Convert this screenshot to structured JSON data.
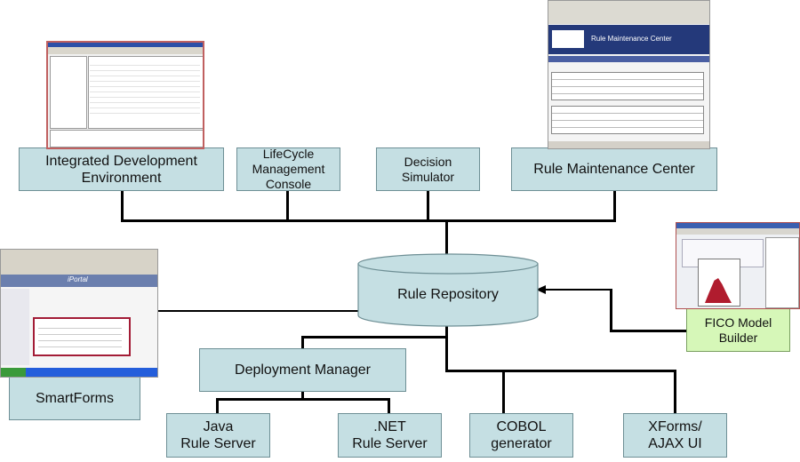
{
  "nodes": {
    "ide": "Integrated Development\nEnvironment",
    "lifecycle": "LifeCycle\nManagement\nConsole",
    "simulator": "Decision\nSimulator",
    "rmc": "Rule Maintenance Center",
    "repository": "Rule Repository",
    "fico": "FICO Model\nBuilder",
    "smartforms": "SmartForms",
    "deployment": "Deployment Manager",
    "java": "Java\nRule Server",
    "dotnet": ".NET\nRule Server",
    "cobol": "COBOL\ngenerator",
    "xforms": "XForms/\nAJAX UI"
  },
  "screenshots": {
    "rmc_title": "Rule Maintenance Center",
    "smartforms_title": "iPortal"
  },
  "colors": {
    "box_fill": "#c5dfe3",
    "box_border": "#6e8f95",
    "highlight_fill": "#d6f7b8",
    "connector": "#000000"
  }
}
